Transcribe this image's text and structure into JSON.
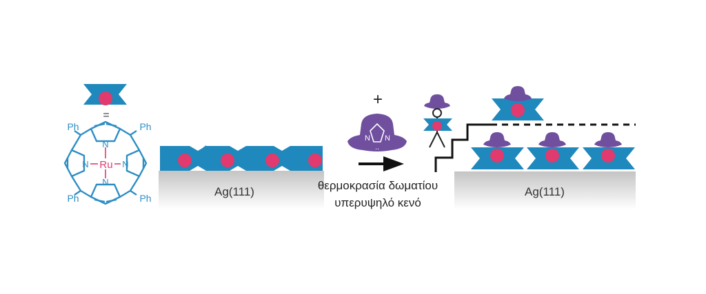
{
  "molecule": {
    "equals": "=",
    "center_atom": "Ru",
    "nitrogen": "N",
    "phenyl": "Ph"
  },
  "surface_left": {
    "label": "Ag(111)"
  },
  "surface_right": {
    "label": "Ag(111)"
  },
  "reaction": {
    "plus": "+",
    "ligand_atom": "N",
    "ligand_dots": "..",
    "condition_line1": "θερμοκρασία δωματίου",
    "condition_line2": "υπερυψηλό κενό"
  },
  "colors": {
    "porphyrin_blue": "#1a7fb0",
    "structure_blue": "#2e8ec4",
    "ruthenium_pink": "#e03a6f",
    "hat_purple": "#6f4f9e",
    "surface_gray": "#c9c9c9"
  }
}
